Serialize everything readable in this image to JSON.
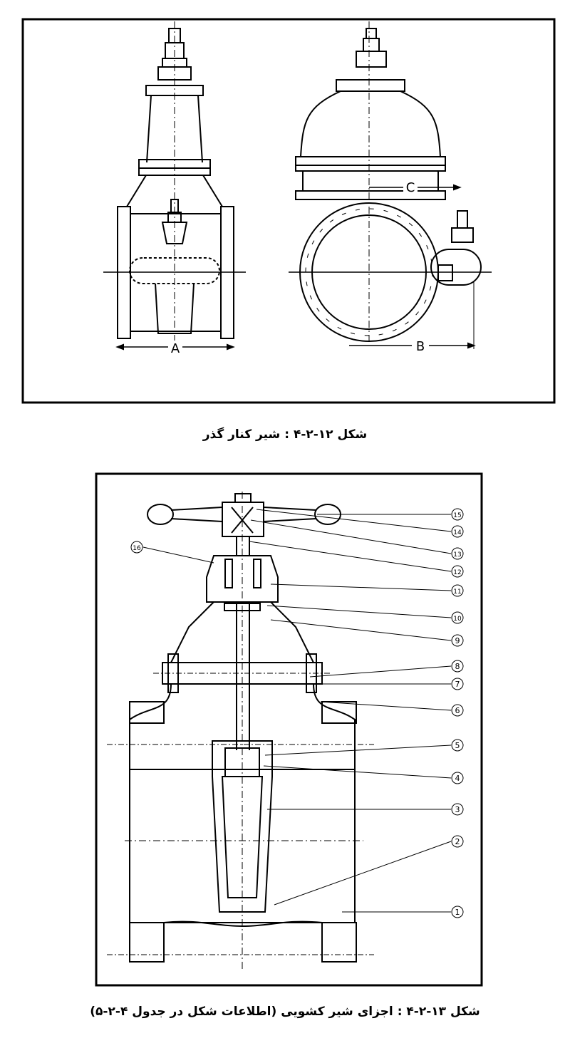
{
  "figure1": {
    "dimension_labels": {
      "a": "A",
      "b": "B",
      "c": "C"
    },
    "caption": {
      "prefix": "شکل",
      "number": "۴-۲-۱۲",
      "separator": ":",
      "title": "شیر کنار گذر"
    }
  },
  "figure2": {
    "part_numbers": [
      "1",
      "2",
      "3",
      "4",
      "5",
      "6",
      "7",
      "8",
      "9",
      "10",
      "11",
      "12",
      "13",
      "14",
      "15",
      "16"
    ],
    "caption": {
      "prefix": "شکل",
      "number": "۴-۲-۱۳",
      "separator": ":",
      "title": "اجزای شیر کشویی (اطلاعات شکل در جدول ۴-۲-۵)"
    }
  }
}
